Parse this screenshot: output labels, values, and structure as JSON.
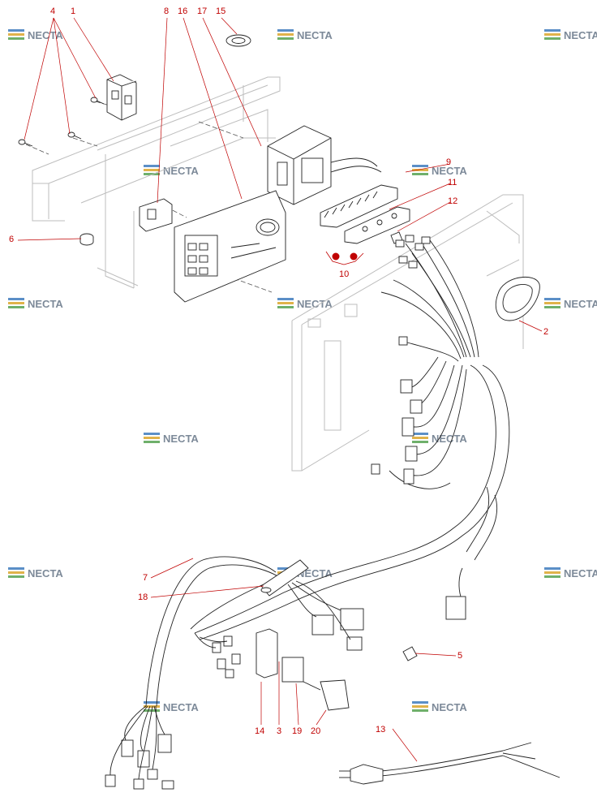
{
  "watermark": {
    "text": "NECTA",
    "color": "#7d8a99",
    "logo_colors": [
      "#5b8fc7",
      "#e0b34a",
      "#6fb06b"
    ]
  },
  "callouts": {
    "p1": "1",
    "p2": "2",
    "p3": "3",
    "p4": "4",
    "p5": "5",
    "p6": "6",
    "p7": "7",
    "p8": "8",
    "p9": "9",
    "p10": "10",
    "p11": "11",
    "p12": "12",
    "p13": "13",
    "p14": "14",
    "p15": "15",
    "p16": "16",
    "p17": "17",
    "p18": "18",
    "p19": "19",
    "p20": "20"
  },
  "colors": {
    "callout": "#c00000",
    "line_art": "#222222",
    "faint_art": "#bfbfbf"
  }
}
